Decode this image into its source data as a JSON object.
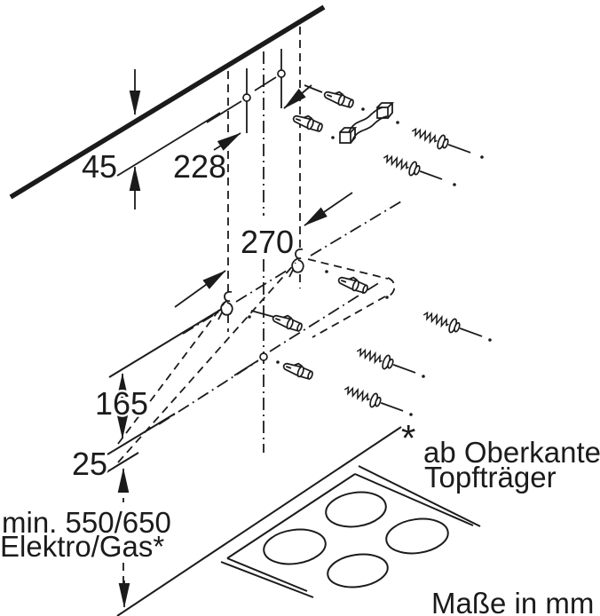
{
  "diagram": {
    "dimensions": {
      "d45": "45",
      "d228": "228",
      "d270": "270",
      "d165": "165",
      "d25": "25"
    },
    "clearance": {
      "line1": "min. 550/650",
      "line2": "Elektro/Gas*"
    },
    "footnote": {
      "marker": "*",
      "line1": "ab Oberkante",
      "line2": "Topfträger"
    },
    "units": {
      "label": "Maße in mm"
    },
    "colors": {
      "ink": "#1b1b1b",
      "background": "#ffffff"
    }
  }
}
